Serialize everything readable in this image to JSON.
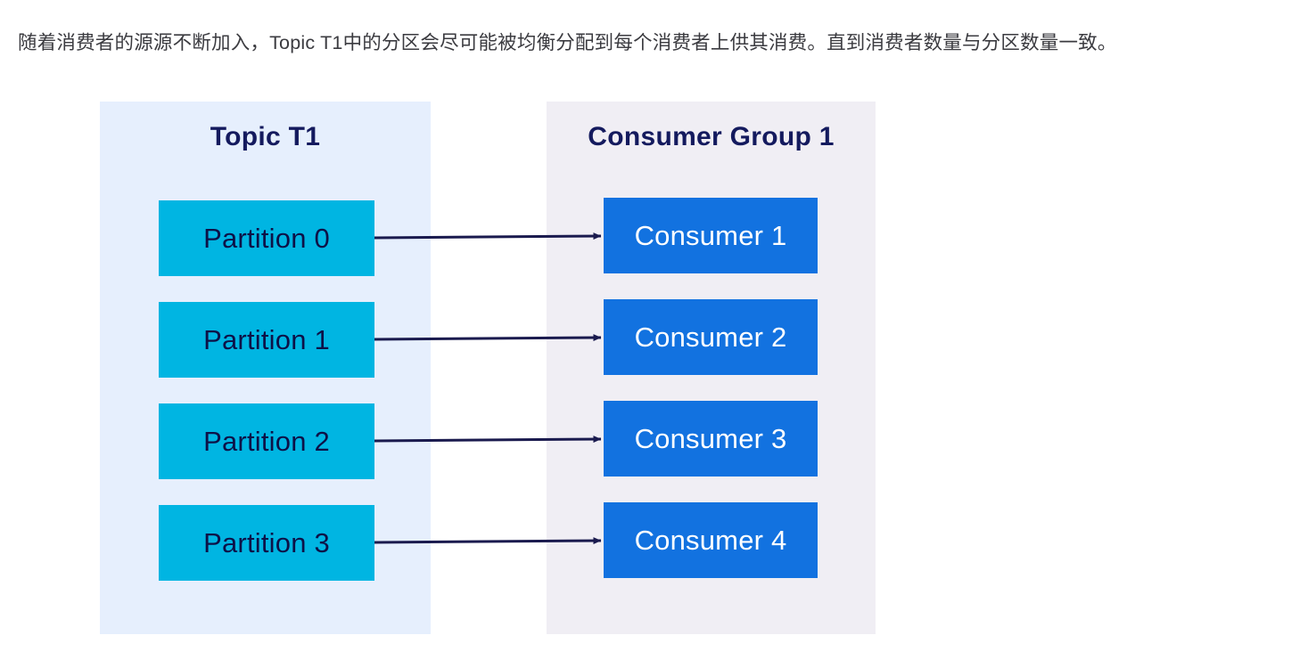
{
  "caption": {
    "text": "随着消费者的源源不断加入，Topic T1中的分区会尽可能被均衡分配到每个消费者上供其消费。直到消费者数量与分区数量一致。"
  },
  "diagram": {
    "type": "flow-mapping",
    "topic_panel": {
      "title": "Topic T1",
      "background_color": "#e6effd",
      "node_color": "#00b5e2",
      "node_text_color": "#0d1147",
      "nodes": [
        {
          "label": "Partition 0"
        },
        {
          "label": "Partition 1"
        },
        {
          "label": "Partition 2"
        },
        {
          "label": "Partition 3"
        }
      ]
    },
    "group_panel": {
      "title": "Consumer Group 1",
      "background_color": "#f0eef4",
      "node_color": "#1272e0",
      "node_text_color": "#ffffff",
      "nodes": [
        {
          "label": "Consumer 1"
        },
        {
          "label": "Consumer 2"
        },
        {
          "label": "Consumer 3"
        },
        {
          "label": "Consumer 4"
        }
      ]
    },
    "title_color": "#141a5e",
    "arrow_color": "#1a1a4e",
    "connections": [
      {
        "from": "Partition 0",
        "to": "Consumer 1"
      },
      {
        "from": "Partition 1",
        "to": "Consumer 2"
      },
      {
        "from": "Partition 2",
        "to": "Consumer 3"
      },
      {
        "from": "Partition 3",
        "to": "Consumer 4"
      }
    ]
  }
}
